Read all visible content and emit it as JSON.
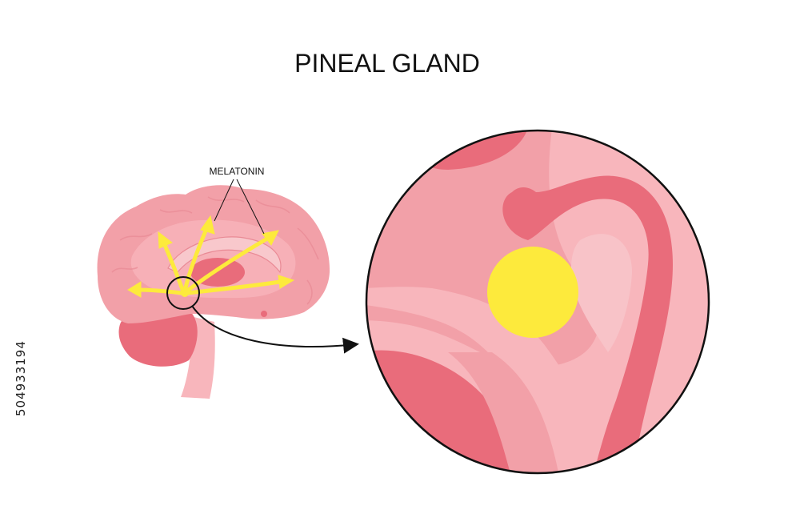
{
  "title": "PINEAL GLAND",
  "labels": {
    "melatonin": "MELATONIN"
  },
  "stock_id": "504933194",
  "colors": {
    "brain_light": "#f8b6bc",
    "brain_mid": "#f2a0a8",
    "brain_dark": "#e96c7b",
    "gland_yellow": "#fdea3c",
    "arrow_yellow": "#fdea3c",
    "outline": "#111111",
    "background": "#ffffff"
  },
  "elements": {
    "brain": "brain-sagittal-illustration",
    "magnifier": "zoomed-pineal-view",
    "pointer_arrow": "arrow-right-icon"
  }
}
